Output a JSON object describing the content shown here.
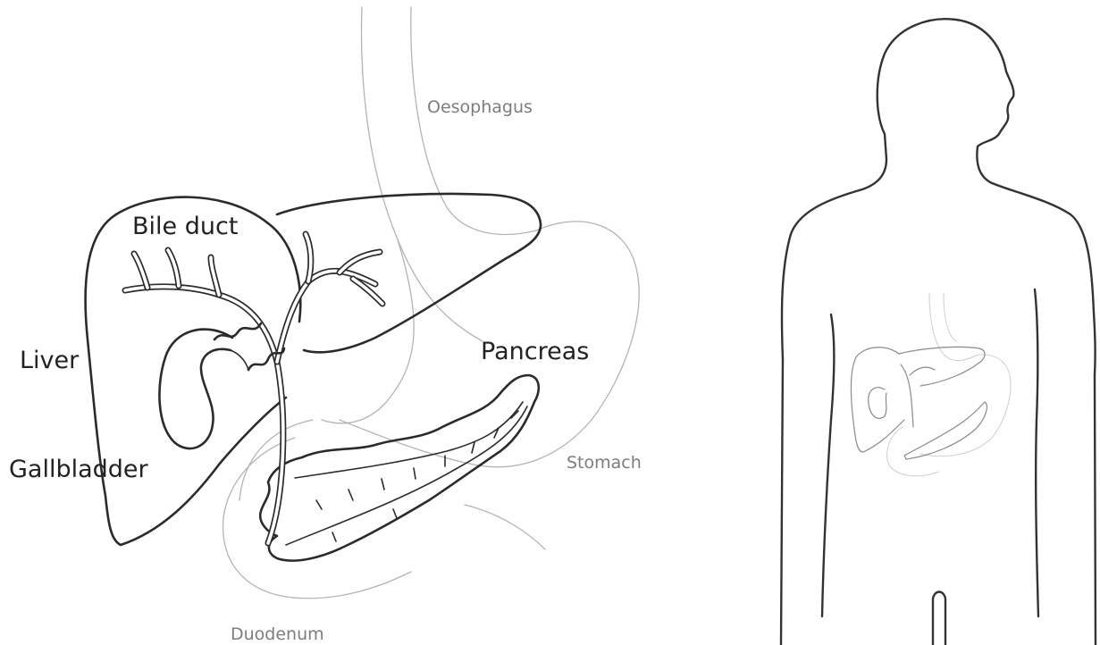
{
  "labels": {
    "oesophagus": "Oesophagus",
    "bile_duct": "Bile duct",
    "liver": "Liver",
    "pancreas": "Pancreas",
    "gallbladder": "Gallbladder",
    "stomach": "Stomach",
    "duodenum": "Duodenum"
  },
  "colors": {
    "organ_outline": "#2b2b2b",
    "faint_outline": "#b4b4b4",
    "light_label": "#7d7d7d",
    "background": "#ffffff"
  }
}
